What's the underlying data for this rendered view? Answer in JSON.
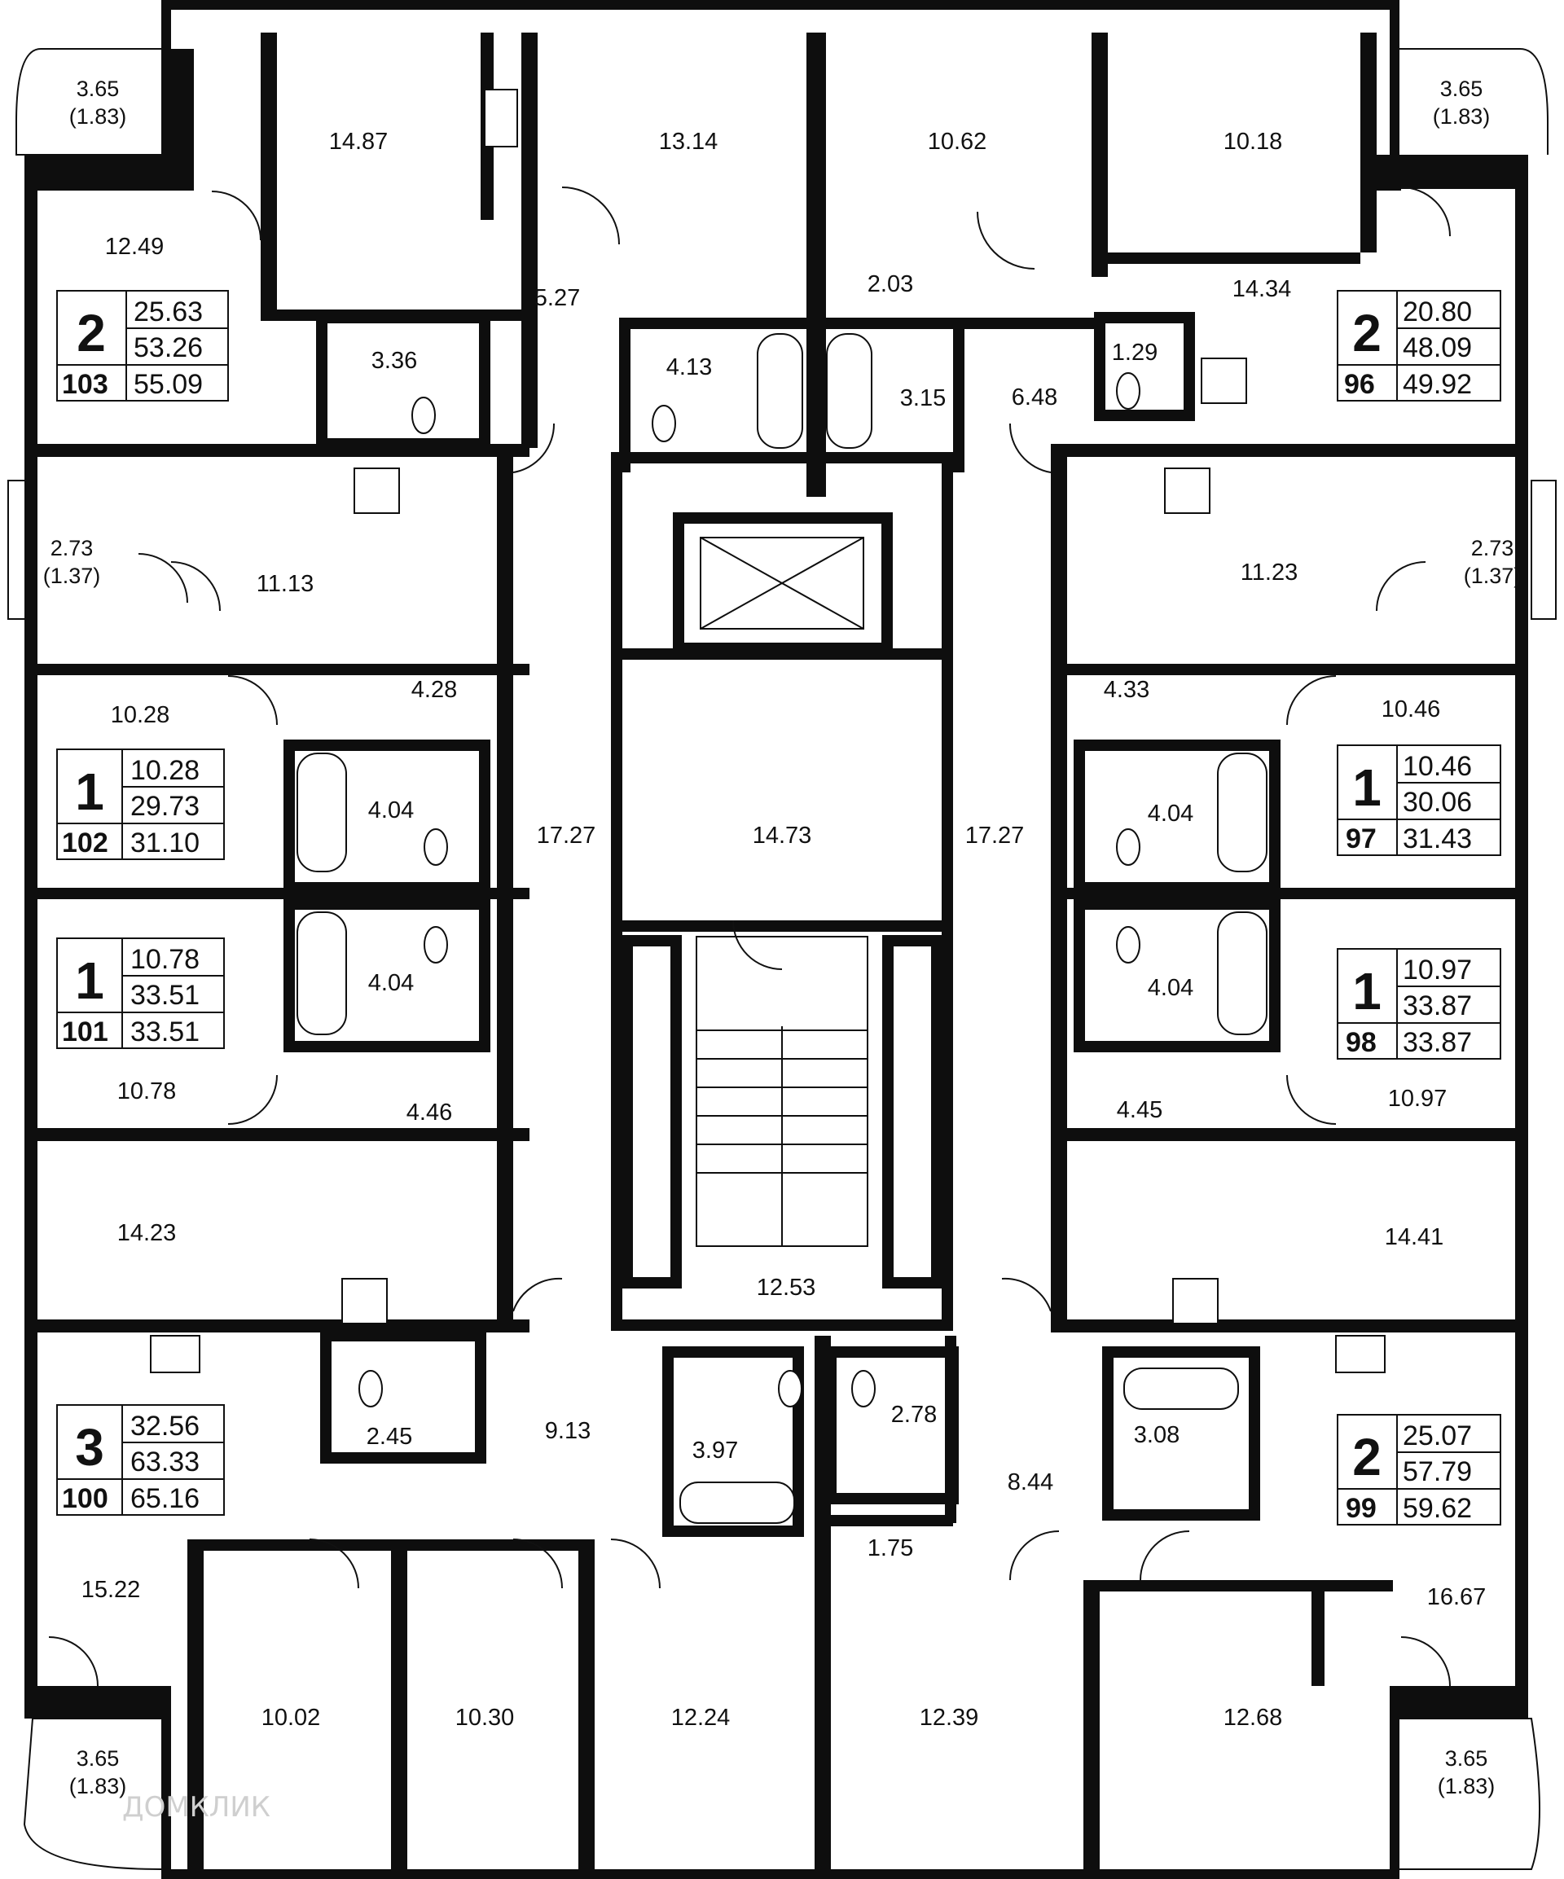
{
  "rooms": [
    {
      "label": "14.87"
    },
    {
      "label": "13.14"
    },
    {
      "label": "10.62"
    },
    {
      "label": "10.18"
    },
    {
      "label": "12.49"
    },
    {
      "label": "5.27"
    },
    {
      "label": "2.03"
    },
    {
      "label": "14.34"
    },
    {
      "label": "3.36"
    },
    {
      "label": "4.13"
    },
    {
      "label": "3.15"
    },
    {
      "label": "6.48"
    },
    {
      "label": "1.29"
    },
    {
      "label": "11.13"
    },
    {
      "label": "11.23"
    },
    {
      "label": "4.28"
    },
    {
      "label": "4.33"
    },
    {
      "label": "10.28"
    },
    {
      "label": "10.46"
    },
    {
      "label": "4.04"
    },
    {
      "label": "4.04"
    },
    {
      "label": "17.27"
    },
    {
      "label": "14.73"
    },
    {
      "label": "17.27"
    },
    {
      "label": "4.04"
    },
    {
      "label": "4.04"
    },
    {
      "label": "10.78"
    },
    {
      "label": "10.97"
    },
    {
      "label": "4.46"
    },
    {
      "label": "4.45"
    },
    {
      "label": "14.23"
    },
    {
      "label": "14.41"
    },
    {
      "label": "12.53"
    },
    {
      "label": "9.13"
    },
    {
      "label": "2.45"
    },
    {
      "label": "3.97"
    },
    {
      "label": "2.78"
    },
    {
      "label": "3.08"
    },
    {
      "label": "8.44"
    },
    {
      "label": "15.22"
    },
    {
      "label": "1.75"
    },
    {
      "label": "16.67"
    },
    {
      "label": "10.02"
    },
    {
      "label": "10.30"
    },
    {
      "label": "12.24"
    },
    {
      "label": "12.39"
    },
    {
      "label": "12.68"
    }
  ],
  "balconies": [
    {
      "area": "3.65",
      "reduced": "(1.83)"
    },
    {
      "area": "3.65",
      "reduced": "(1.83)"
    },
    {
      "area": "2.73",
      "reduced": "(1.37)"
    },
    {
      "area": "2.73",
      "reduced": "(1.37)"
    },
    {
      "area": "3.65",
      "reduced": "(1.83)"
    },
    {
      "area": "3.65",
      "reduced": "(1.83)"
    }
  ],
  "apartments": [
    {
      "rooms": "2",
      "number": "103",
      "living": "25.63",
      "total": "53.26",
      "total_with_balcony": "55.09"
    },
    {
      "rooms": "2",
      "number": "96",
      "living": "20.80",
      "total": "48.09",
      "total_with_balcony": "49.92"
    },
    {
      "rooms": "1",
      "number": "102",
      "living": "10.28",
      "total": "29.73",
      "total_with_balcony": "31.10"
    },
    {
      "rooms": "1",
      "number": "97",
      "living": "10.46",
      "total": "30.06",
      "total_with_balcony": "31.43"
    },
    {
      "rooms": "1",
      "number": "101",
      "living": "10.78",
      "total": "33.51",
      "total_with_balcony": "33.51"
    },
    {
      "rooms": "1",
      "number": "98",
      "living": "10.97",
      "total": "33.87",
      "total_with_balcony": "33.87"
    },
    {
      "rooms": "3",
      "number": "100",
      "living": "32.56",
      "total": "63.33",
      "total_with_balcony": "65.16"
    },
    {
      "rooms": "2",
      "number": "99",
      "living": "25.07",
      "total": "57.79",
      "total_with_balcony": "59.62"
    }
  ],
  "watermark": "ДОМКЛИК",
  "colors": {
    "wall": "#0e0e0e",
    "background": "#ffffff"
  }
}
